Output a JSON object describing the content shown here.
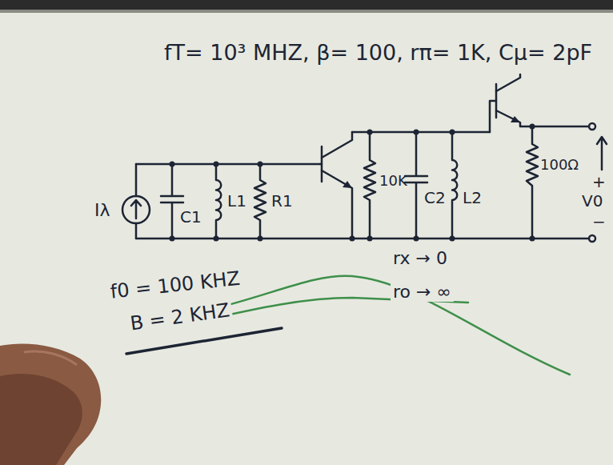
{
  "diagram": {
    "labels": [
      "fT= 10³ MHZ, β= 100, rπ= 1K, Cμ= 2pF",
      "Iλ",
      "C1",
      "L1",
      "R1",
      "10K",
      "C2",
      "L2",
      "100Ω",
      "+",
      "V0",
      "−",
      "rx → 0",
      "ro → ∞",
      "f0 = 100 KHZ",
      "B = 2 KHZ"
    ]
  }
}
